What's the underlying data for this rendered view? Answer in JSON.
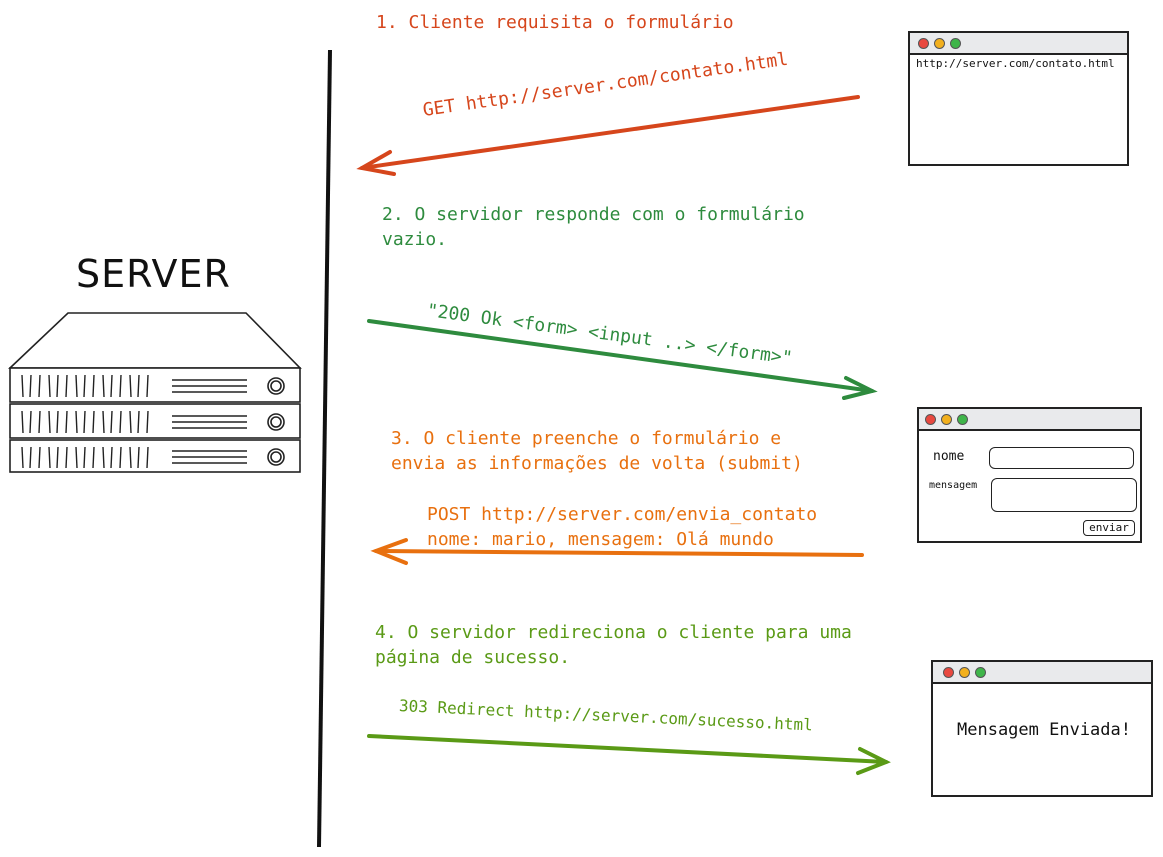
{
  "server": {
    "title": "SERVER"
  },
  "steps": [
    {
      "text": "1. Cliente requisita o formulário"
    },
    {
      "line1": "2. O servidor responde com o formulário",
      "line2": "vazio."
    },
    {
      "line1": "3. O cliente preenche o formulário e",
      "line2": "envia as informações de volta (submit)"
    },
    {
      "line1": "4. O servidor redireciona o cliente para uma",
      "line2": "página de sucesso."
    }
  ],
  "requests": {
    "get": "GET http://server.com/contato.html",
    "response_200": "\"200 Ok <form> <input ..> </form>\"",
    "post_line1": "POST http://server.com/envia_contato",
    "post_line2": "nome: mario, mensagem: Olá mundo",
    "redirect": "303 Redirect http://server.com/sucesso.html"
  },
  "browser1": {
    "url": "http://server.com/contato.html"
  },
  "browser2": {
    "nome_label": "nome",
    "mensagem_label": "mensagem",
    "submit_label": "enviar"
  },
  "browser3": {
    "message": "Mensagem Enviada!"
  },
  "colors": {
    "step1": "#d6461c",
    "step2": "#2e8b3e",
    "step3": "#e8700f",
    "step4": "#5a9a16"
  }
}
